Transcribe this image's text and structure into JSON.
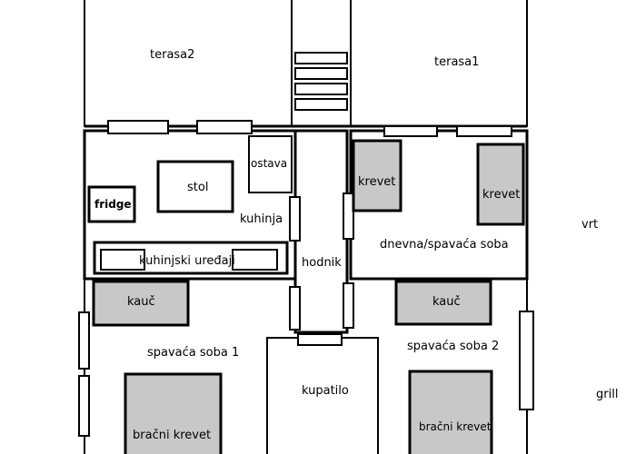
{
  "colors": {
    "wall": "#000000",
    "furniture": "#c8c8c8",
    "background": "#ffffff"
  },
  "labels": {
    "terasa2": "terasa2",
    "terasa1": "terasa1",
    "stol": "stol",
    "ostava": "ostava",
    "fridge": "fridge",
    "kuhinja": "kuhinja",
    "kuhinjski_uredjaji": "kuhinjski uređaji",
    "hodnik": "hodnik",
    "krevet_left": "krevet",
    "krevet_right": "krevet",
    "dnevna_spavaca": "dnevna/spavaća soba",
    "vrt": "vrt",
    "kauc_left": "kauč",
    "kauc_right": "kauč",
    "spavaca_1": "spavaća soba 1",
    "spavaca_2": "spavaća soba 2",
    "kupatilo": "kupatilo",
    "grill": "grill",
    "bracni_krevet_left": "bračni krevet",
    "bracni_krevet_right": "bračni krevet"
  }
}
